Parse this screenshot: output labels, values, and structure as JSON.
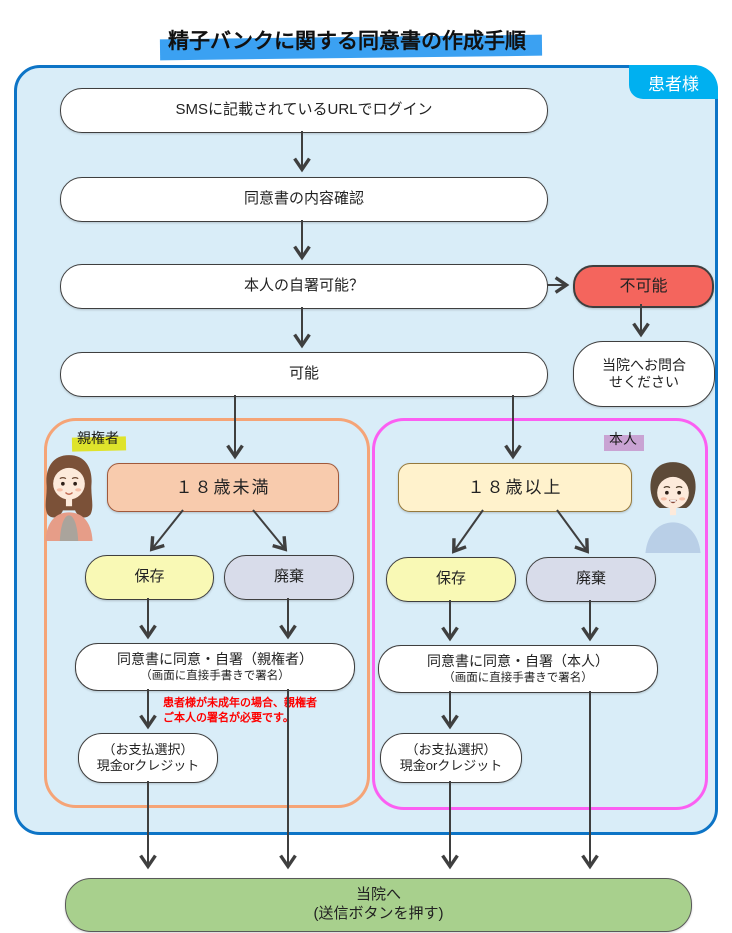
{
  "title": "精子バンクに関する同意書の作成手順",
  "patient_tab": "患者様",
  "flow": {
    "login": "SMSに記載されているURLでログイン",
    "confirm": "同意書の内容確認",
    "question": "本人の自署可能？",
    "impossible": "不可能",
    "contact_line1": "当院へお問合",
    "contact_line2": "せください",
    "possible": "可能"
  },
  "guardian_branch": {
    "label": "親権者",
    "age": "１８歳未満",
    "save": "保存",
    "discard": "廃棄",
    "consent": "同意書に同意・自署（親権者）",
    "consent_sub": "（画面に直接手書きで署名）",
    "note_line1": "患者様が未成年の場合、親権者",
    "note_line2": "ご本人の署名が必要です。",
    "payment_line1": "（お支払選択）",
    "payment_line2": "現金orクレジット"
  },
  "self_branch": {
    "label": "本人",
    "age": "１８歳以上",
    "save": "保存",
    "discard": "廃棄",
    "consent": "同意書に同意・自署（本人）",
    "consent_sub": "（画面に直接手書きで署名）",
    "payment_line1": "（お支払選択）",
    "payment_line2": "現金orクレジット"
  },
  "footer": {
    "line1": "当院へ",
    "line2": "(送信ボタンを押す)"
  },
  "colors": {
    "container_fill": "#d9edf8",
    "container_border": "#0d74c6",
    "patient_tab": "#00b0f0",
    "title_highlight": "#3ba1f2",
    "impossible_fill": "#f4655d",
    "guardian_border": "#f5a477",
    "self_border": "#fb5ff2",
    "under18_fill": "#f8cbad",
    "over18_fill": "#fff2cc",
    "save_fill": "#f9f9b5",
    "discard_fill": "#d8dcea",
    "submit_fill": "#a8d08d",
    "guardian_label_highlight": "#dfe32b",
    "self_label_highlight": "#c9a3d3",
    "note_text": "#fe0000",
    "arrow": "#3f3f3f"
  }
}
